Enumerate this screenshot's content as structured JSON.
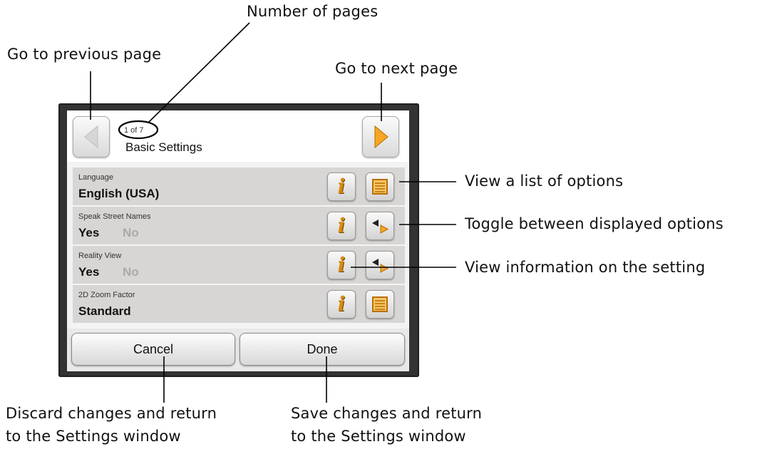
{
  "annotations": {
    "number_of_pages": "Number of pages",
    "go_previous": "Go to previous page",
    "go_next": "Go to next page",
    "view_list": "View a list of options",
    "toggle": "Toggle between displayed options",
    "view_info": "View information on the setting",
    "discard_line1": "Discard changes and return",
    "discard_line2": "to the Settings window",
    "save_line1": "Save changes and return",
    "save_line2": "to the Settings window"
  },
  "screen": {
    "page_count": "1 of 7",
    "title": "Basic Settings",
    "rows": [
      {
        "label": "Language",
        "value": "English (USA)",
        "alt": "",
        "action_icon": "list-icon"
      },
      {
        "label": "Speak Street Names",
        "value": "Yes",
        "alt": "No",
        "action_icon": "toggle-icon"
      },
      {
        "label": "Reality View",
        "value": "Yes",
        "alt": "No",
        "action_icon": "toggle-icon"
      },
      {
        "label": "2D Zoom Factor",
        "value": "Standard",
        "alt": "",
        "action_icon": "list-icon"
      }
    ],
    "cancel_label": "Cancel",
    "done_label": "Done"
  },
  "colors": {
    "accent_orange": "#f5a623",
    "info_orange": "#d98a0a",
    "row_bg": "#d8d6d4",
    "frame": "#333333"
  }
}
